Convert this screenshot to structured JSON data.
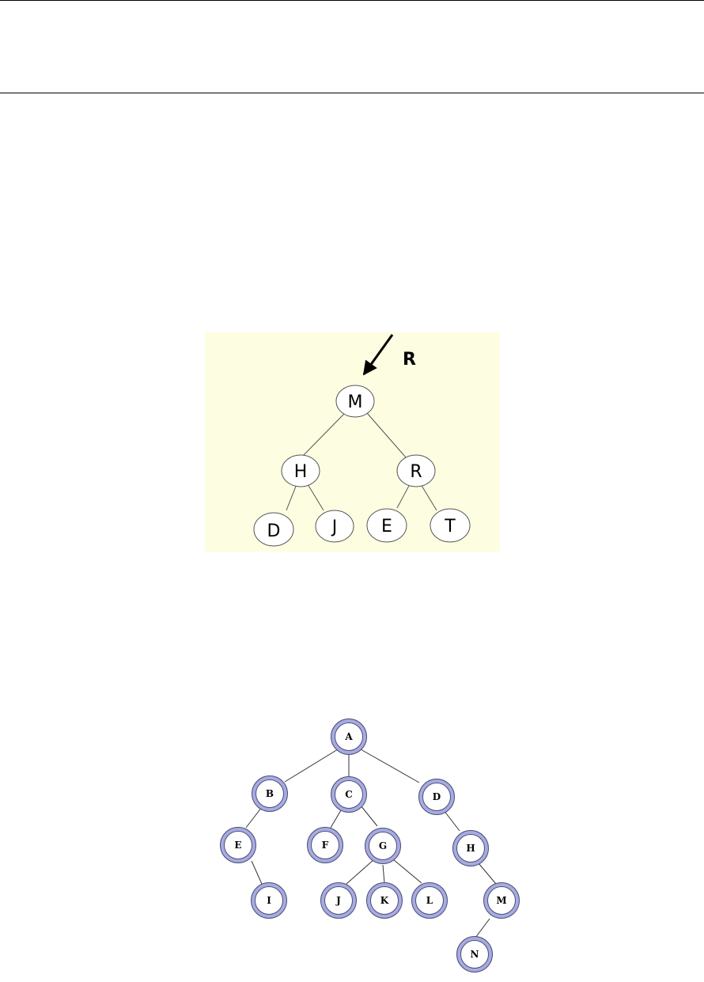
{
  "header": {},
  "diagram1": {
    "background": "#fdfde1",
    "pointer_label": "R",
    "nodes": {
      "m": "M",
      "h": "H",
      "r": "R",
      "d": "D",
      "j": "J",
      "e": "E",
      "t": "T"
    }
  },
  "diagram2": {
    "ring_color": "#a8abe0",
    "nodes": {
      "a": "A",
      "b": "B",
      "c": "C",
      "d": "D",
      "e": "E",
      "f": "F",
      "g": "G",
      "h": "H",
      "i": "I",
      "j": "J",
      "k": "K",
      "l": "L",
      "m": "M",
      "n": "N"
    }
  }
}
